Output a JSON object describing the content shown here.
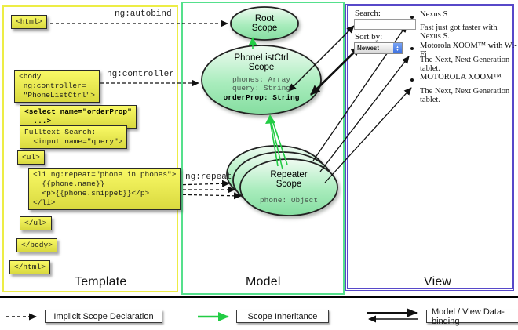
{
  "panels": {
    "template": {
      "label": "Template"
    },
    "model": {
      "label": "Model"
    },
    "view": {
      "label": "View"
    }
  },
  "template_code": {
    "html_open": "<html>",
    "body_open": "<body\n ng:controller=\n \"PhoneListCtrl\">",
    "select": "<select name=\"orderProp\"\n  ...>",
    "fulltext": "Fulltext Search:\n  <input name=\"query\">",
    "ul_open": "<ul>",
    "li_repeat": "<li ng:repeat=\"phone in phones\">\n  {{phone.name}}\n  <p>{{phone.snippet}}</p>\n</li>",
    "ul_close": "</ul>",
    "body_close": "</body>",
    "html_close": "</html>"
  },
  "arrow_labels": {
    "autobind": "ng:autobind",
    "controller": "ng:controller",
    "repeat": "ng:repeat"
  },
  "model": {
    "root_scope": {
      "name": "Root\nScope"
    },
    "phonelist_scope": {
      "name": "PhoneListCtrl\nScope",
      "prop1": "phones: Array",
      "prop2": "query: String",
      "prop3": "orderProp: String"
    },
    "repeater_scope": {
      "name": "Repeater\nScope",
      "prop1": "phone: Object"
    }
  },
  "view": {
    "search_label": "Search:",
    "search_value": "",
    "sort_label": "Sort by:",
    "sort_value": "Newest",
    "items": [
      {
        "title": "Nexus S",
        "desc": "Fast just got faster with Nexus S."
      },
      {
        "title": "Motorola XOOM™ with Wi-Fi",
        "desc": "The Next, Next Generation tablet."
      },
      {
        "title": "MOTOROLA XOOM™",
        "desc": "The Next, Next Generation tablet."
      }
    ]
  },
  "legend": {
    "implicit": "Implicit Scope Declaration",
    "inheritance": "Scope Inheritance",
    "databinding": "Model / View Data-binding"
  },
  "colors": {
    "template_border": "#eded45",
    "model_border": "#55e08c",
    "view_border": "#5748c9",
    "inheritance_green": "#22cc44",
    "code_box_yellow": "#e9e94f",
    "scope_fill_top": "#eefaf1",
    "scope_fill_bottom": "#8ce4a6"
  }
}
